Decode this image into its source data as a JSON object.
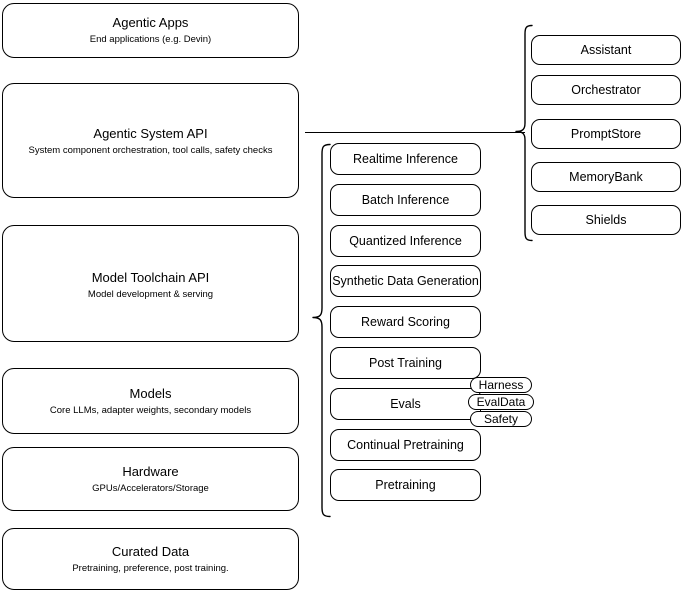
{
  "diagram": {
    "title": "AI stack layered architecture diagram",
    "stroke_color": "#000000",
    "background_color": "#ffffff"
  },
  "layers": [
    {
      "id": "agentic-apps",
      "title": "Agentic Apps",
      "subtitle": "End applications (e.g. Devin)"
    },
    {
      "id": "agentic-system-api",
      "title": "Agentic System API",
      "subtitle": "System component orchestration, tool calls, safety checks"
    },
    {
      "id": "model-toolchain-api",
      "title": "Model Toolchain API",
      "subtitle": "Model development & serving"
    },
    {
      "id": "models",
      "title": "Models",
      "subtitle": "Core LLMs, adapter weights, secondary models"
    },
    {
      "id": "hardware",
      "title": "Hardware",
      "subtitle": "GPUs/Accelerators/Storage"
    },
    {
      "id": "curated-data",
      "title": "Curated Data",
      "subtitle": "Pretraining, preference, post training."
    }
  ],
  "toolchain_items": [
    {
      "id": "realtime-inference",
      "label": "Realtime Inference"
    },
    {
      "id": "batch-inference",
      "label": "Batch Inference"
    },
    {
      "id": "quantized-inference",
      "label": "Quantized Inference"
    },
    {
      "id": "synthetic-data-generation",
      "label": "Synthetic Data Generation"
    },
    {
      "id": "reward-scoring",
      "label": "Reward Scoring"
    },
    {
      "id": "post-training",
      "label": "Post Training"
    },
    {
      "id": "evals",
      "label": "Evals"
    },
    {
      "id": "continual-pretraining",
      "label": "Continual Pretraining"
    },
    {
      "id": "pretraining",
      "label": "Pretraining"
    }
  ],
  "eval_pills": [
    {
      "id": "harness",
      "label": "Harness"
    },
    {
      "id": "evaldata",
      "label": "EvalData"
    },
    {
      "id": "safety",
      "label": "Safety"
    }
  ],
  "system_items": [
    {
      "id": "assistant",
      "label": "Assistant"
    },
    {
      "id": "orchestrator",
      "label": "Orchestrator"
    },
    {
      "id": "promptstore",
      "label": "PromptStore"
    },
    {
      "id": "memorybank",
      "label": "MemoryBank"
    },
    {
      "id": "shields",
      "label": "Shields"
    }
  ]
}
